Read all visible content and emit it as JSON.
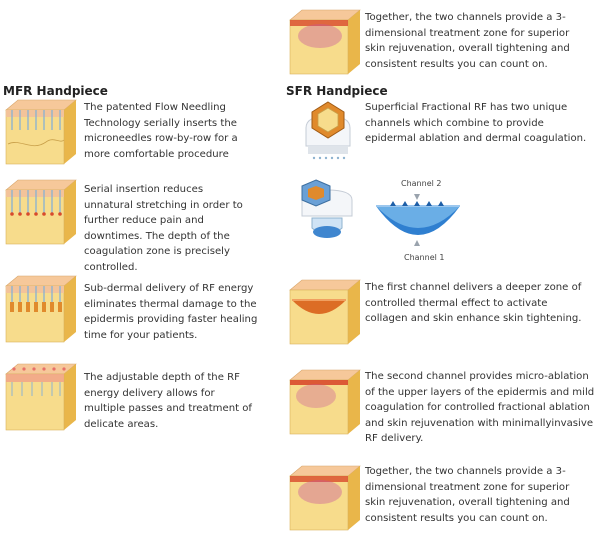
{
  "left": {
    "heading": "MFR Handpiece",
    "items": [
      {
        "icon": "mfr-microneedle-tissue-icon",
        "text": "The patented Flow Needling Technology serially inserts the microneedles row-by-row for a more comfortable procedure"
      },
      {
        "icon": "mfr-coagulation-tissue-icon",
        "text": "Serial insertion reduces unnatural stretching in order to further reduce pain and downtimes. The depth of the coagulation zone is precisely controlled."
      },
      {
        "icon": "mfr-subdermal-rf-tissue-icon",
        "text": "Sub-dermal delivery of RF energy eliminates thermal damage to the epidermis providing faster healing time for your patients."
      },
      {
        "icon": "mfr-adjustable-depth-tissue-icon",
        "text": "The adjustable depth of the RF energy delivery allows for multiple passes and treatment of delicate areas."
      }
    ]
  },
  "right": {
    "heading": "SFR Handpiece",
    "top_item": {
      "icon": "combined-treatment-zone-icon",
      "text": "Together, the two channels provide a 3-dimensional treatment zone for superior skin rejuvenation, overall tightening and consistent results you can count on."
    },
    "intro": {
      "icon": "sfr-handpiece-icon",
      "text": "Superficial Fractional RF has two unique channels which combine to provide epidermal ablation and dermal coagulation."
    },
    "channel_diagram": {
      "channel2_label": "Channel 2",
      "channel1_label": "Channel 1"
    },
    "items": [
      {
        "icon": "deep-thermal-zone-icon",
        "text": "The first channel delivers a deeper zone of controlled thermal effect to activate collagen and skin enhance skin tightening."
      },
      {
        "icon": "micro-ablation-icon",
        "text": "The second channel provides micro-ablation of the upper layers of the epidermis and mild coagulation for controlled fractional ablation and skin rejuvenation with minimallyinvasive RF delivery."
      },
      {
        "icon": "combined-treatment-zone-icon",
        "text": "Together, the two channels provide a 3-dimensional treatment zone for superior skin rejuvenation, overall tightening and consistent results you can count on."
      }
    ]
  },
  "colors": {
    "skin_top": "#f6c89a",
    "skin_body": "#f7dc8c",
    "skin_side": "#e9b64a",
    "needle": "#8fb3cf",
    "coag": "#c8559a",
    "heat": "#d84a2c",
    "text": "#333333"
  }
}
